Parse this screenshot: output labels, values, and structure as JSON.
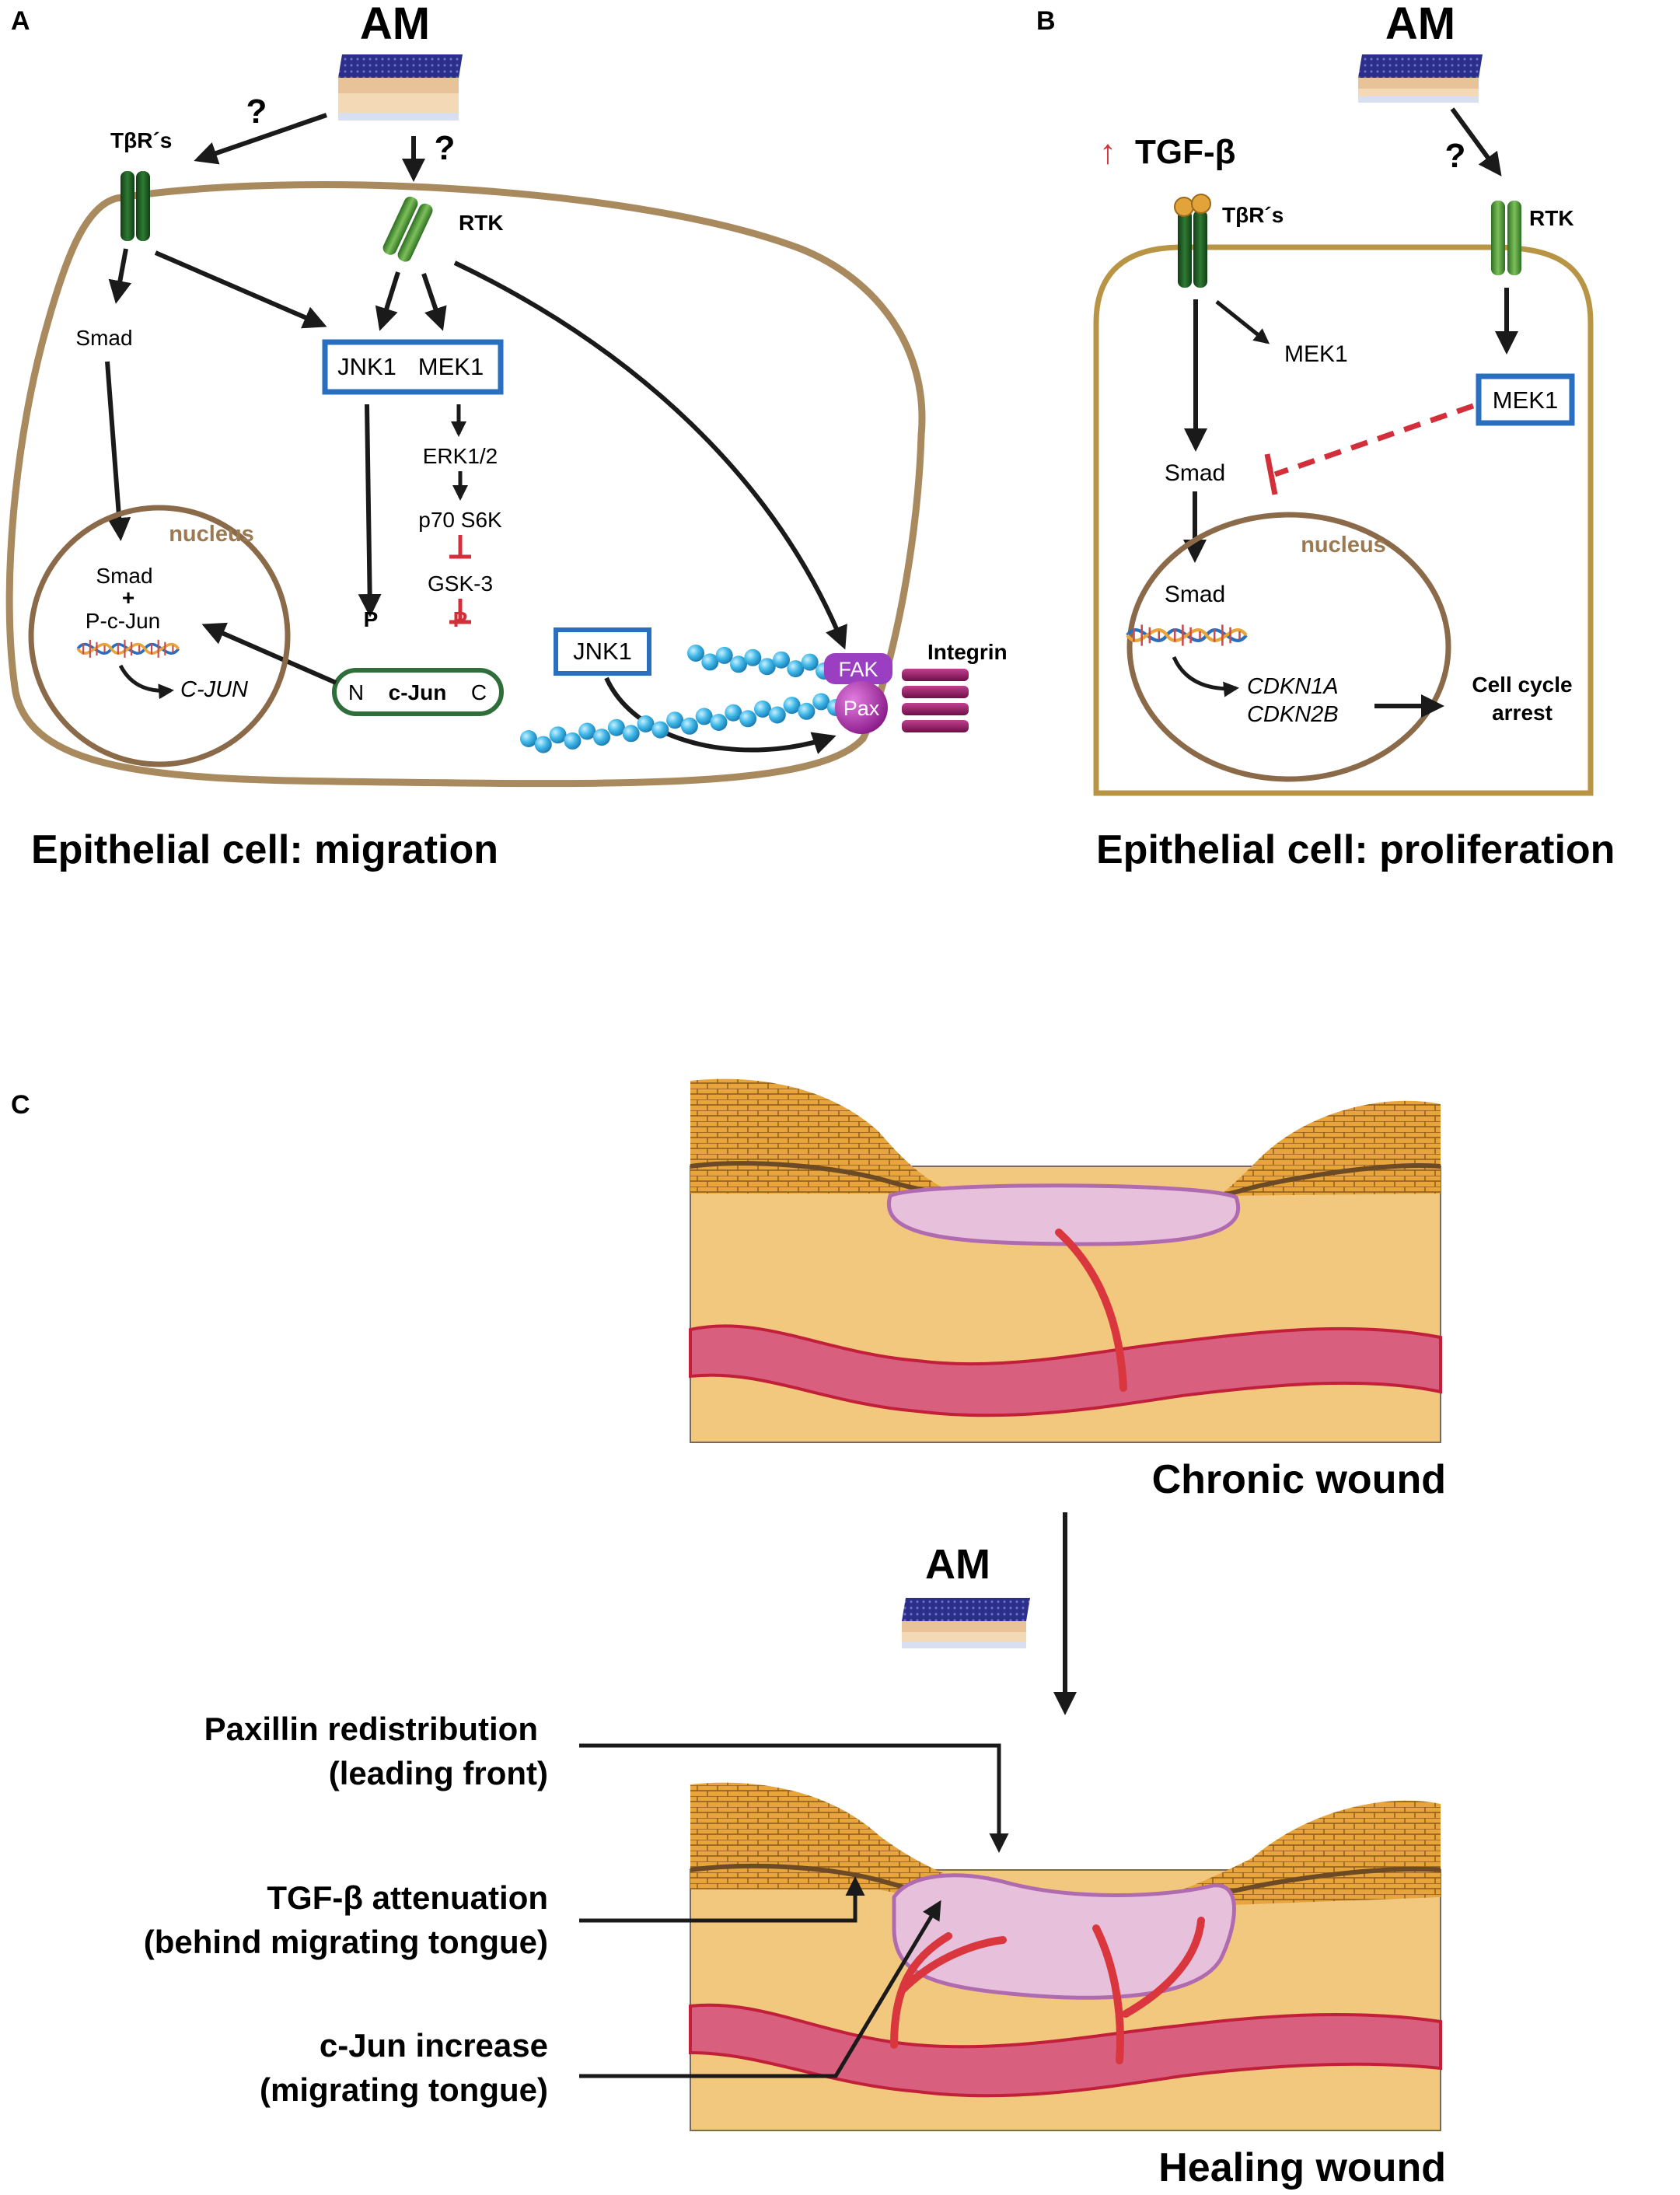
{
  "panel_a": {
    "letter": "A",
    "am_title": "AM",
    "question_left": "?",
    "question_down": "?",
    "receptor_left": "TβR´s",
    "receptor_right": "RTK",
    "smad_cyto": "Smad",
    "box_jnk1": "JNK1",
    "box_mek1": "MEK1",
    "erk": "ERK1/2",
    "p70": "p70 S6K",
    "gsk": "GSK-3",
    "nucleus": "nucleus",
    "smad_nuc": "Smad",
    "plus": "+",
    "pcjun": "P-c-Jun",
    "gene": "C-JUN",
    "p_black": "P",
    "p_red": "P",
    "cjun_n": "N",
    "cjun_mid": "c-Jun",
    "cjun_c": "C",
    "box_jnk1_lower": "JNK1",
    "fak": "FAK",
    "pax": "Pax",
    "integrin": "Integrin",
    "caption": "Epithelial cell: migration"
  },
  "panel_b": {
    "letter": "B",
    "am_title": "AM",
    "question": "?",
    "up_arrow": "↑",
    "tgf": "TGF-β",
    "receptor_left": "TβR´s",
    "receptor_right": "RTK",
    "mek1_plain": "MEK1",
    "box_mek1": "MEK1",
    "smad_cyto": "Smad",
    "nucleus": "nucleus",
    "smad_nuc": "Smad",
    "gene1": "CDKN1A",
    "gene2": "CDKN2B",
    "arrest1": "Cell cycle",
    "arrest2": "arrest",
    "caption": "Epithelial cell: proliferation"
  },
  "panel_c": {
    "letter": "C",
    "chronic": "Chronic wound",
    "am": "AM",
    "paxillin1": "Paxillin redistribution",
    "paxillin2": "(leading front)",
    "tgf1": "TGF-β attenuation",
    "tgf2": "(behind migrating tongue)",
    "cjun1": "c-Jun increase",
    "cjun2": "(migrating tongue)",
    "healing": "Healing wound"
  },
  "colors": {
    "cell_membrane": "#a98a5e",
    "nucleus_border": "#8b6a4a",
    "box_blue": "#2a6fbf",
    "inhibit_red": "#d32f3a",
    "receptor_dark": "#1f5a24",
    "receptor_light": "#4f9a3a",
    "actin": "#37b6e6",
    "fak_purple": "#9b3fc2",
    "integrin": "#9e1a6c",
    "skin_tan": "#f2c87e",
    "wound_pink": "#e7c1dc",
    "vessel": "#d95f7e"
  }
}
